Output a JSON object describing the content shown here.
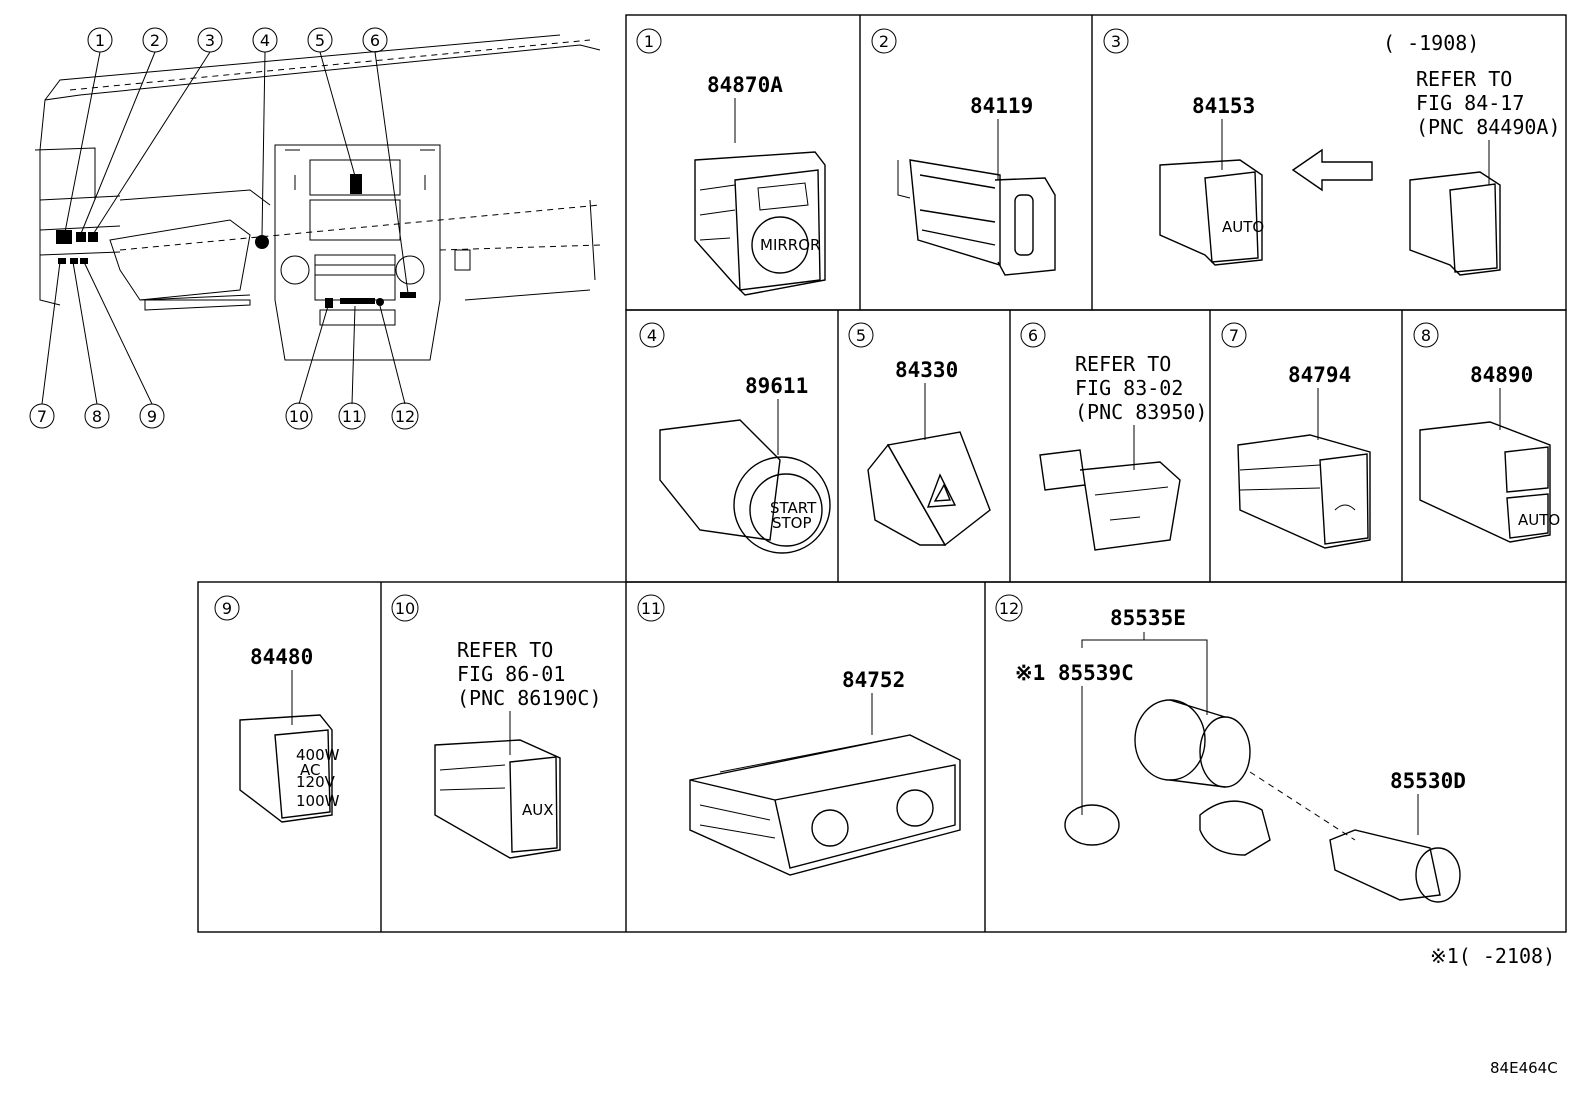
{
  "panels": [
    {
      "idx": "1",
      "parts": [
        "84870A"
      ],
      "labels": [
        "MIRROR"
      ]
    },
    {
      "idx": "2",
      "parts": [
        "84119"
      ],
      "labels": []
    },
    {
      "idx": "3",
      "parts": [
        "84153"
      ],
      "labels": [
        "AUTO"
      ],
      "range": "(      -1908)",
      "refer": [
        "REFER TO",
        "FIG 84-17",
        "(PNC 84490A)"
      ]
    },
    {
      "idx": "4",
      "parts": [
        "89611"
      ],
      "labels": [
        "START",
        "STOP"
      ]
    },
    {
      "idx": "5",
      "parts": [
        "84330"
      ],
      "labels": []
    },
    {
      "idx": "6",
      "parts": [],
      "labels": [],
      "refer": [
        "REFER TO",
        "FIG 83-02",
        "(PNC 83950)"
      ]
    },
    {
      "idx": "7",
      "parts": [
        "84794"
      ],
      "labels": []
    },
    {
      "idx": "8",
      "parts": [
        "84890"
      ],
      "labels": [
        "AUTO"
      ]
    },
    {
      "idx": "9",
      "parts": [
        "84480"
      ],
      "labels": [
        "400W",
        "AC",
        "120V",
        "100W"
      ]
    },
    {
      "idx": "10",
      "parts": [],
      "labels": [
        "AUX"
      ],
      "refer": [
        "REFER TO",
        "FIG 86-01",
        "(PNC 86190C)"
      ]
    },
    {
      "idx": "11",
      "parts": [
        "84752"
      ],
      "labels": []
    },
    {
      "idx": "12",
      "parts": [
        "85535E",
        "※1 85539C",
        "85530D"
      ],
      "labels": []
    }
  ],
  "overview_callouts": [
    "1",
    "2",
    "3",
    "4",
    "5",
    "6",
    "7",
    "8",
    "9",
    "10",
    "11",
    "12"
  ],
  "footnote": "※1(      -2108)",
  "figure_code": "84E464C"
}
